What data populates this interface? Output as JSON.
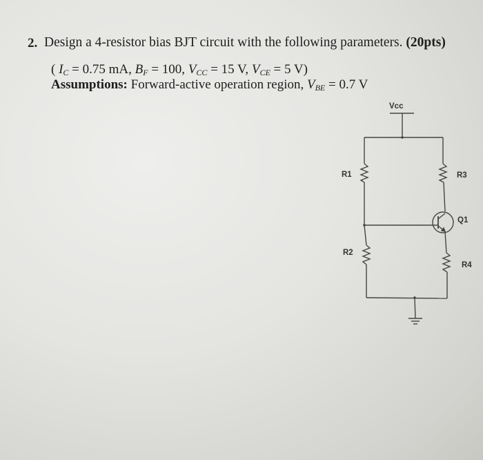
{
  "question": {
    "number": "2.",
    "text": "Design a 4-resistor bias BJT circuit with the following parameters.",
    "points": "(20pts)",
    "params": {
      "open": "(",
      "ic_sym": "I",
      "ic_sub": "C",
      "ic_val": "= 0.75 mA,",
      "bf_sym": "B",
      "bf_sub": "F",
      "bf_val": "= 100,",
      "vcc_sym": "V",
      "vcc_sub": "CC",
      "vcc_val": "= 15 V,",
      "vce_sym": "V",
      "vce_sub": "CE",
      "vce_val": "= 5 V)"
    },
    "assumptions": {
      "label": "Assumptions:",
      "text": "Forward-active operation region,",
      "vbe_sym": "V",
      "vbe_sub": "BE",
      "vbe_val": "= 0.7 V"
    }
  },
  "circuit": {
    "labels": {
      "vcc": "Vcc",
      "r1": "R1",
      "r2": "R2",
      "r3": "R3",
      "r4": "R4",
      "q1": "Q1"
    }
  }
}
